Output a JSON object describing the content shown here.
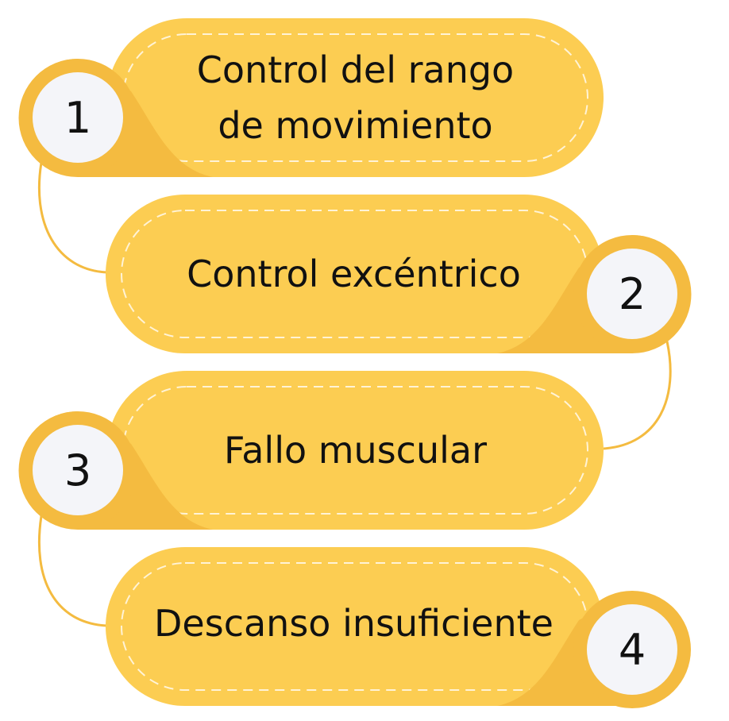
{
  "steps": [
    {
      "number": "1",
      "label_lines": [
        "Control del rango",
        "de movimiento"
      ]
    },
    {
      "number": "2",
      "label": "Control excéntrico"
    },
    {
      "number": "3",
      "label": "Fallo muscular"
    },
    {
      "number": "4",
      "label": "Descanso insuficiente"
    }
  ],
  "colors": {
    "pill": "#FCCD52",
    "ring": "#F4BB40",
    "badge": "#F4F5F9",
    "dash": "#FFF3D6"
  }
}
